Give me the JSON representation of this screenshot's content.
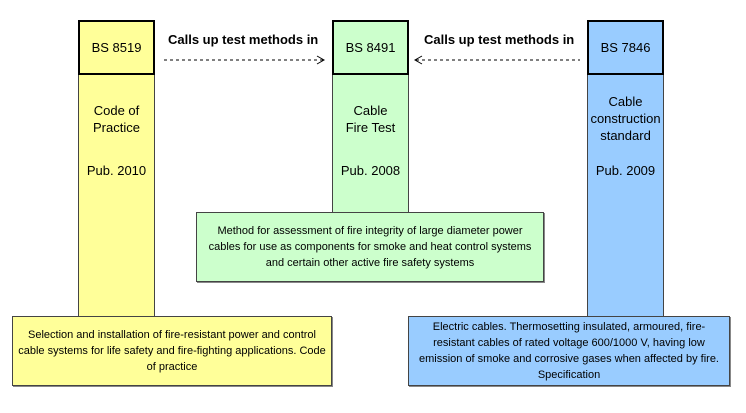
{
  "standards": [
    {
      "code": "BS 8519",
      "lines": [
        "Code of",
        "Practice"
      ],
      "pub": "Pub. 2010",
      "description": "Selection and installation of fire-resistant power and control cable systems for life safety and fire-fighting applications. Code of practice",
      "color": "#ffff99"
    },
    {
      "code": "BS 8491",
      "lines": [
        "Cable",
        "Fire Test"
      ],
      "pub": "Pub. 2008",
      "description": "Method for assessment of fire integrity of large diameter power cables for use as components for smoke and heat control systems and certain other active fire safety systems",
      "color": "#ccffcc"
    },
    {
      "code": "BS 7846",
      "lines": [
        "Cable",
        "construction",
        "standard"
      ],
      "pub": "Pub. 2009",
      "description": "Electric cables. Thermosetting insulated, armoured, fire-resistant cables of rated voltage 600/1000 V, having low emission of smoke and corrosive gases when affected by fire. Specification",
      "color": "#99ccff"
    }
  ],
  "relations": [
    {
      "label": "Calls up test methods in"
    },
    {
      "label": "Calls up test methods in"
    }
  ]
}
